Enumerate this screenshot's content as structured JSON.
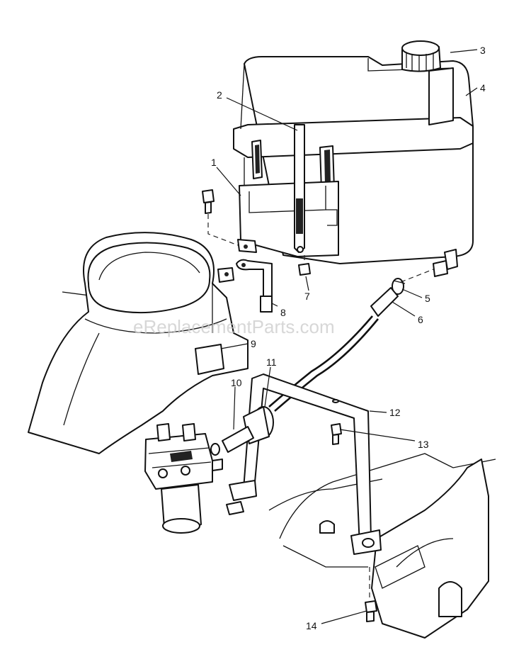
{
  "watermark": "eReplacementParts.com",
  "callouts": [
    {
      "id": "1",
      "label": "1"
    },
    {
      "id": "2",
      "label": "2"
    },
    {
      "id": "3",
      "label": "3"
    },
    {
      "id": "4",
      "label": "4"
    },
    {
      "id": "5",
      "label": "5"
    },
    {
      "id": "6",
      "label": "6"
    },
    {
      "id": "7",
      "label": "7"
    },
    {
      "id": "8",
      "label": "8"
    },
    {
      "id": "9",
      "label": "9"
    },
    {
      "id": "10",
      "label": "10"
    },
    {
      "id": "11",
      "label": "11"
    },
    {
      "id": "12",
      "label": "12"
    },
    {
      "id": "13",
      "label": "13"
    },
    {
      "id": "14",
      "label": "14"
    }
  ]
}
